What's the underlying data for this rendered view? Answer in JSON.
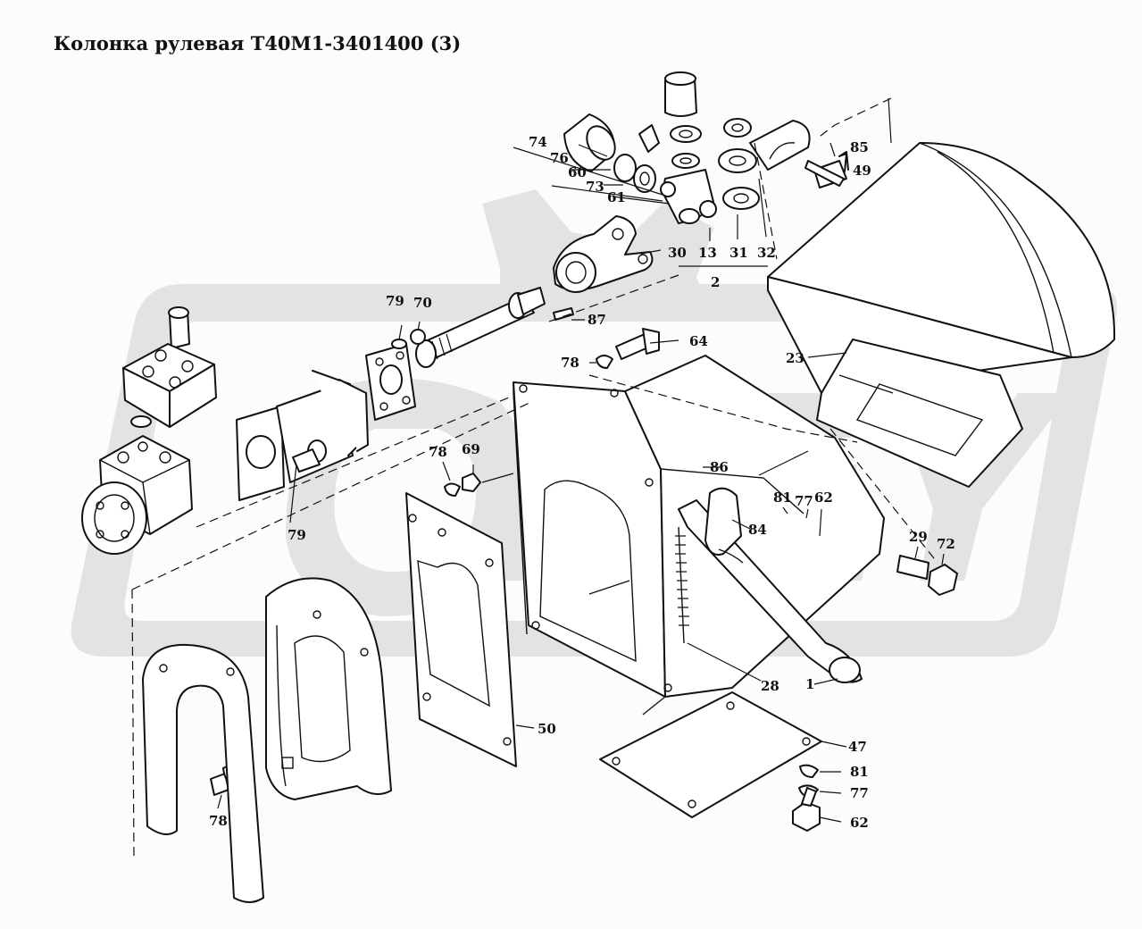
{
  "title": "Колонка рулевая  Т40М1-3401400 (3)",
  "watermark_text": "ORBY",
  "icons": [
    "gear-watermark-icon"
  ],
  "callouts": [
    {
      "id": "c74",
      "text": "74"
    },
    {
      "id": "c76",
      "text": "76"
    },
    {
      "id": "c60",
      "text": "60"
    },
    {
      "id": "c73",
      "text": "73"
    },
    {
      "id": "c61",
      "text": "61"
    },
    {
      "id": "c13",
      "text": "13"
    },
    {
      "id": "c31",
      "text": "31"
    },
    {
      "id": "c32",
      "text": "32"
    },
    {
      "id": "c85",
      "text": "85"
    },
    {
      "id": "c49",
      "text": "49"
    },
    {
      "id": "c30",
      "text": "30"
    },
    {
      "id": "c2",
      "text": "2"
    },
    {
      "id": "c87",
      "text": "87"
    },
    {
      "id": "c64",
      "text": "64"
    },
    {
      "id": "c78a",
      "text": "78"
    },
    {
      "id": "c79a",
      "text": "79"
    },
    {
      "id": "c70",
      "text": "70"
    },
    {
      "id": "c23",
      "text": "23"
    },
    {
      "id": "c78b",
      "text": "78"
    },
    {
      "id": "c69",
      "text": "69"
    },
    {
      "id": "c86",
      "text": "86"
    },
    {
      "id": "c79b",
      "text": "79"
    },
    {
      "id": "c81a",
      "text": "81"
    },
    {
      "id": "c77a",
      "text": "77"
    },
    {
      "id": "c62a",
      "text": "62"
    },
    {
      "id": "c84",
      "text": "84"
    },
    {
      "id": "c29",
      "text": "29"
    },
    {
      "id": "c72",
      "text": "72"
    },
    {
      "id": "c28",
      "text": "28"
    },
    {
      "id": "c1",
      "text": "1"
    },
    {
      "id": "c50",
      "text": "50"
    },
    {
      "id": "c47",
      "text": "47"
    },
    {
      "id": "c81b",
      "text": "81"
    },
    {
      "id": "c77b",
      "text": "77"
    },
    {
      "id": "c62b",
      "text": "62"
    },
    {
      "id": "c78c",
      "text": "78"
    }
  ]
}
